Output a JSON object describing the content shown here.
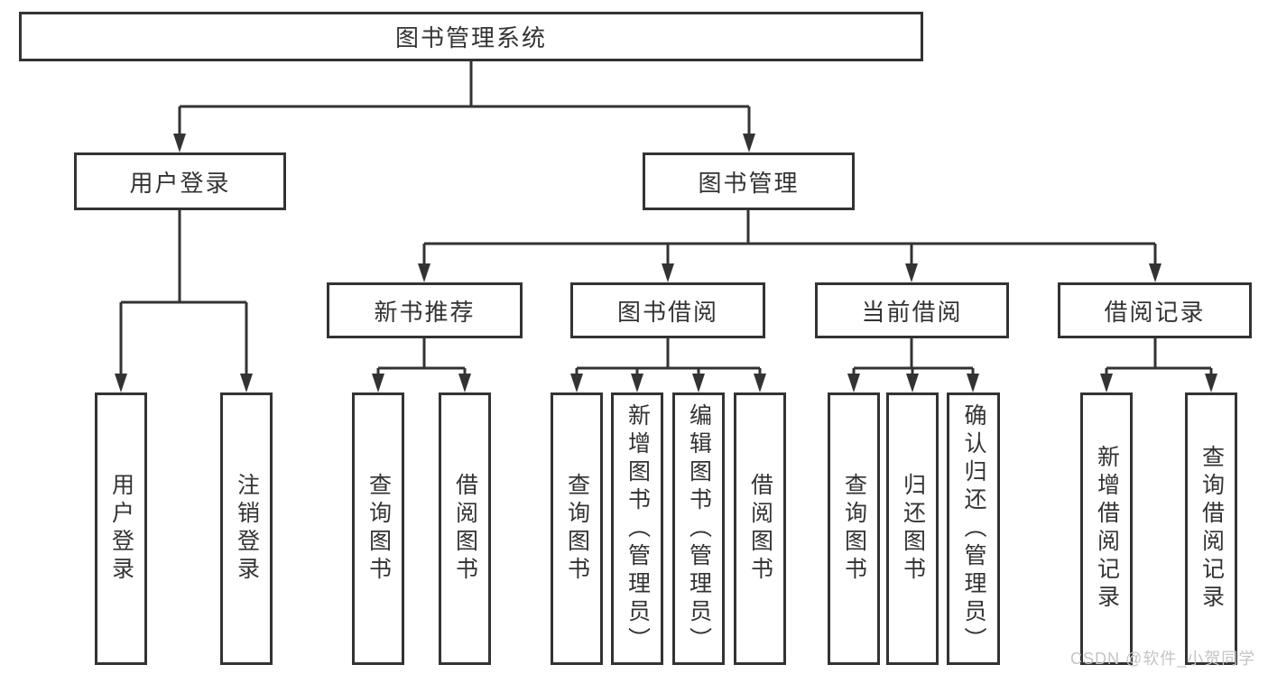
{
  "tree": {
    "root": "图书管理系统",
    "branches": [
      {
        "label": "用户登录",
        "leaves": [
          "用户登录",
          "注销登录"
        ]
      },
      {
        "label": "图书管理",
        "groups": [
          {
            "label": "新书推荐",
            "leaves": [
              "查询图书",
              "借阅图书"
            ]
          },
          {
            "label": "图书借阅",
            "leaves": [
              "查询图书",
              "新增图书（管理员）",
              "编辑图书（管理员）",
              "借阅图书"
            ]
          },
          {
            "label": "当前借阅",
            "leaves": [
              "查询图书",
              "归还图书",
              "确认归还（管理员）"
            ]
          },
          {
            "label": "借阅记录",
            "leaves": [
              "新增借阅记录",
              "查询借阅记录"
            ]
          }
        ]
      }
    ]
  },
  "watermark": "CSDN @软件_小贺同学",
  "colors": {
    "line": "#333333",
    "box_border": "#333333",
    "box_fill": "#ffffff",
    "label": "#333333",
    "watermark": "#c5c5c5",
    "background": "#ffffff"
  }
}
